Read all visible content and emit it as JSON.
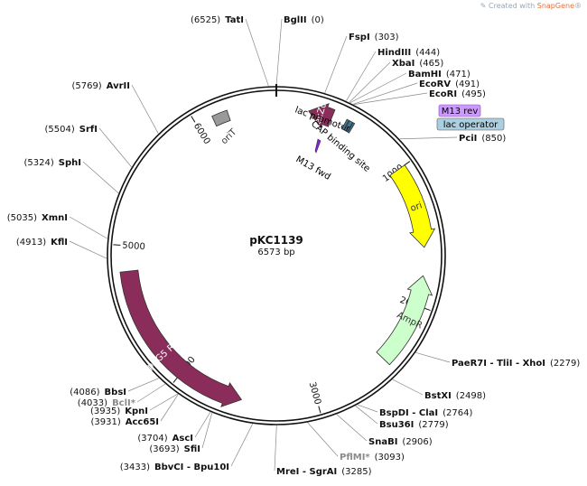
{
  "credit": {
    "icon": "snapgene-logo-icon",
    "prefix": "Created with ",
    "brand": "SnapGene",
    "suffix": "®"
  },
  "plasmid": {
    "name": "pKC1139",
    "length_label": "6573 bp",
    "length": 6573
  },
  "ticks": [
    {
      "label": "1000",
      "bp": 1000
    },
    {
      "label": "2000",
      "bp": 2000
    },
    {
      "label": "3000",
      "bp": 3000
    },
    {
      "label": "4000",
      "bp": 4000
    },
    {
      "label": "5000",
      "bp": 5000
    },
    {
      "label": "6000",
      "bp": 6000
    }
  ],
  "features": [
    {
      "name": "lacZα",
      "start": 400,
      "end": 230,
      "color": "#8b2d5b",
      "kind": "arrow",
      "text_color": "#ffffff"
    },
    {
      "name": "ori",
      "start": 1000,
      "end": 1585,
      "color": "#ffff00",
      "kind": "arrow",
      "text_color": "#333333"
    },
    {
      "name": "AmpR",
      "start": 2445,
      "end": 1786,
      "color": "#ccffcc",
      "kind": "arrow",
      "text_color": "#333333"
    },
    {
      "name": "pSG5 Rep",
      "start": 4820,
      "end": 3535,
      "color": "#8b2d5b",
      "kind": "arrow",
      "text_color": "#ffffff"
    },
    {
      "name": "oriT",
      "start": 6120,
      "end": 6230,
      "color": "#999999",
      "kind": "box",
      "text_color": "#333333"
    },
    {
      "name": "lac promoter",
      "start": 545,
      "end": 520,
      "color": "#3c7b9f",
      "kind": "box",
      "text_color": "#111111"
    },
    {
      "name": "lac operator",
      "start": 515,
      "end": 500,
      "color": "#3c7b9f",
      "kind": "box",
      "text_color": "#111111"
    },
    {
      "name": "CAP binding site",
      "start": 560,
      "end": 548,
      "color": "#3c7b9f",
      "kind": "box",
      "text_color": "#111111"
    },
    {
      "name": "M13 fwd",
      "start": 380,
      "end": 400,
      "color": "#7b2dbf",
      "kind": "primer",
      "text_color": "#111111"
    },
    {
      "name": "M13 rev",
      "start": 420,
      "end": 440,
      "color": "#cc99ff",
      "kind": "tag",
      "text_color": "#111111"
    }
  ],
  "sites": [
    {
      "name": "TatI",
      "pos": "(6525)",
      "bp": 6525,
      "side": "left"
    },
    {
      "name": "BglII",
      "pos": "(0)",
      "bp": 0,
      "side": "right"
    },
    {
      "name": "FspI",
      "pos": "(303)",
      "bp": 303,
      "side": "right"
    },
    {
      "name": "HindIII",
      "pos": "(444)",
      "bp": 444,
      "side": "right"
    },
    {
      "name": "XbaI",
      "pos": "(465)",
      "bp": 465,
      "side": "right"
    },
    {
      "name": "BamHI",
      "pos": "(471)",
      "bp": 471,
      "side": "right"
    },
    {
      "name": "EcoRV",
      "pos": "(491)",
      "bp": 491,
      "side": "right"
    },
    {
      "name": "EcoRI",
      "pos": "(495)",
      "bp": 495,
      "side": "right"
    },
    {
      "name": "PciI",
      "pos": "(850)",
      "bp": 850,
      "side": "right"
    },
    {
      "name": "PaeR7I - TliI - XhoI",
      "pos": "(2279)",
      "bp": 2279,
      "side": "right"
    },
    {
      "name": "BstXI",
      "pos": "(2498)",
      "bp": 2498,
      "side": "right"
    },
    {
      "name": "BspDI - ClaI",
      "pos": "(2764)",
      "bp": 2764,
      "side": "right"
    },
    {
      "name": "Bsu36I",
      "pos": "(2779)",
      "bp": 2779,
      "side": "right"
    },
    {
      "name": "SnaBI",
      "pos": "(2906)",
      "bp": 2906,
      "side": "right"
    },
    {
      "name": "PflMI*",
      "pos": "(3093)",
      "bp": 3093,
      "side": "right",
      "muted": true
    },
    {
      "name": "MreI - SgrAI",
      "pos": "(3285)",
      "bp": 3285,
      "side": "right"
    },
    {
      "name": "BbvCI - Bpu10I",
      "pos": "(3433)",
      "bp": 3433,
      "side": "left"
    },
    {
      "name": "SfiI",
      "pos": "(3693)",
      "bp": 3693,
      "side": "left"
    },
    {
      "name": "AscI",
      "pos": "(3704)",
      "bp": 3704,
      "side": "left"
    },
    {
      "name": "Acc65I",
      "pos": "(3931)",
      "bp": 3931,
      "side": "left"
    },
    {
      "name": "KpnI",
      "pos": "(3935)",
      "bp": 3935,
      "side": "left"
    },
    {
      "name": "BclI*",
      "pos": "(4033)",
      "bp": 4033,
      "side": "left",
      "muted": true
    },
    {
      "name": "BbsI",
      "pos": "(4086)",
      "bp": 4086,
      "side": "left"
    },
    {
      "name": "KflI",
      "pos": "(4913)",
      "bp": 4913,
      "side": "left"
    },
    {
      "name": "XmnI",
      "pos": "(5035)",
      "bp": 5035,
      "side": "left"
    },
    {
      "name": "SphI",
      "pos": "(5324)",
      "bp": 5324,
      "side": "left"
    },
    {
      "name": "SrfI",
      "pos": "(5504)",
      "bp": 5504,
      "side": "left"
    },
    {
      "name": "AvrII",
      "pos": "(5769)",
      "bp": 5769,
      "side": "left"
    }
  ]
}
